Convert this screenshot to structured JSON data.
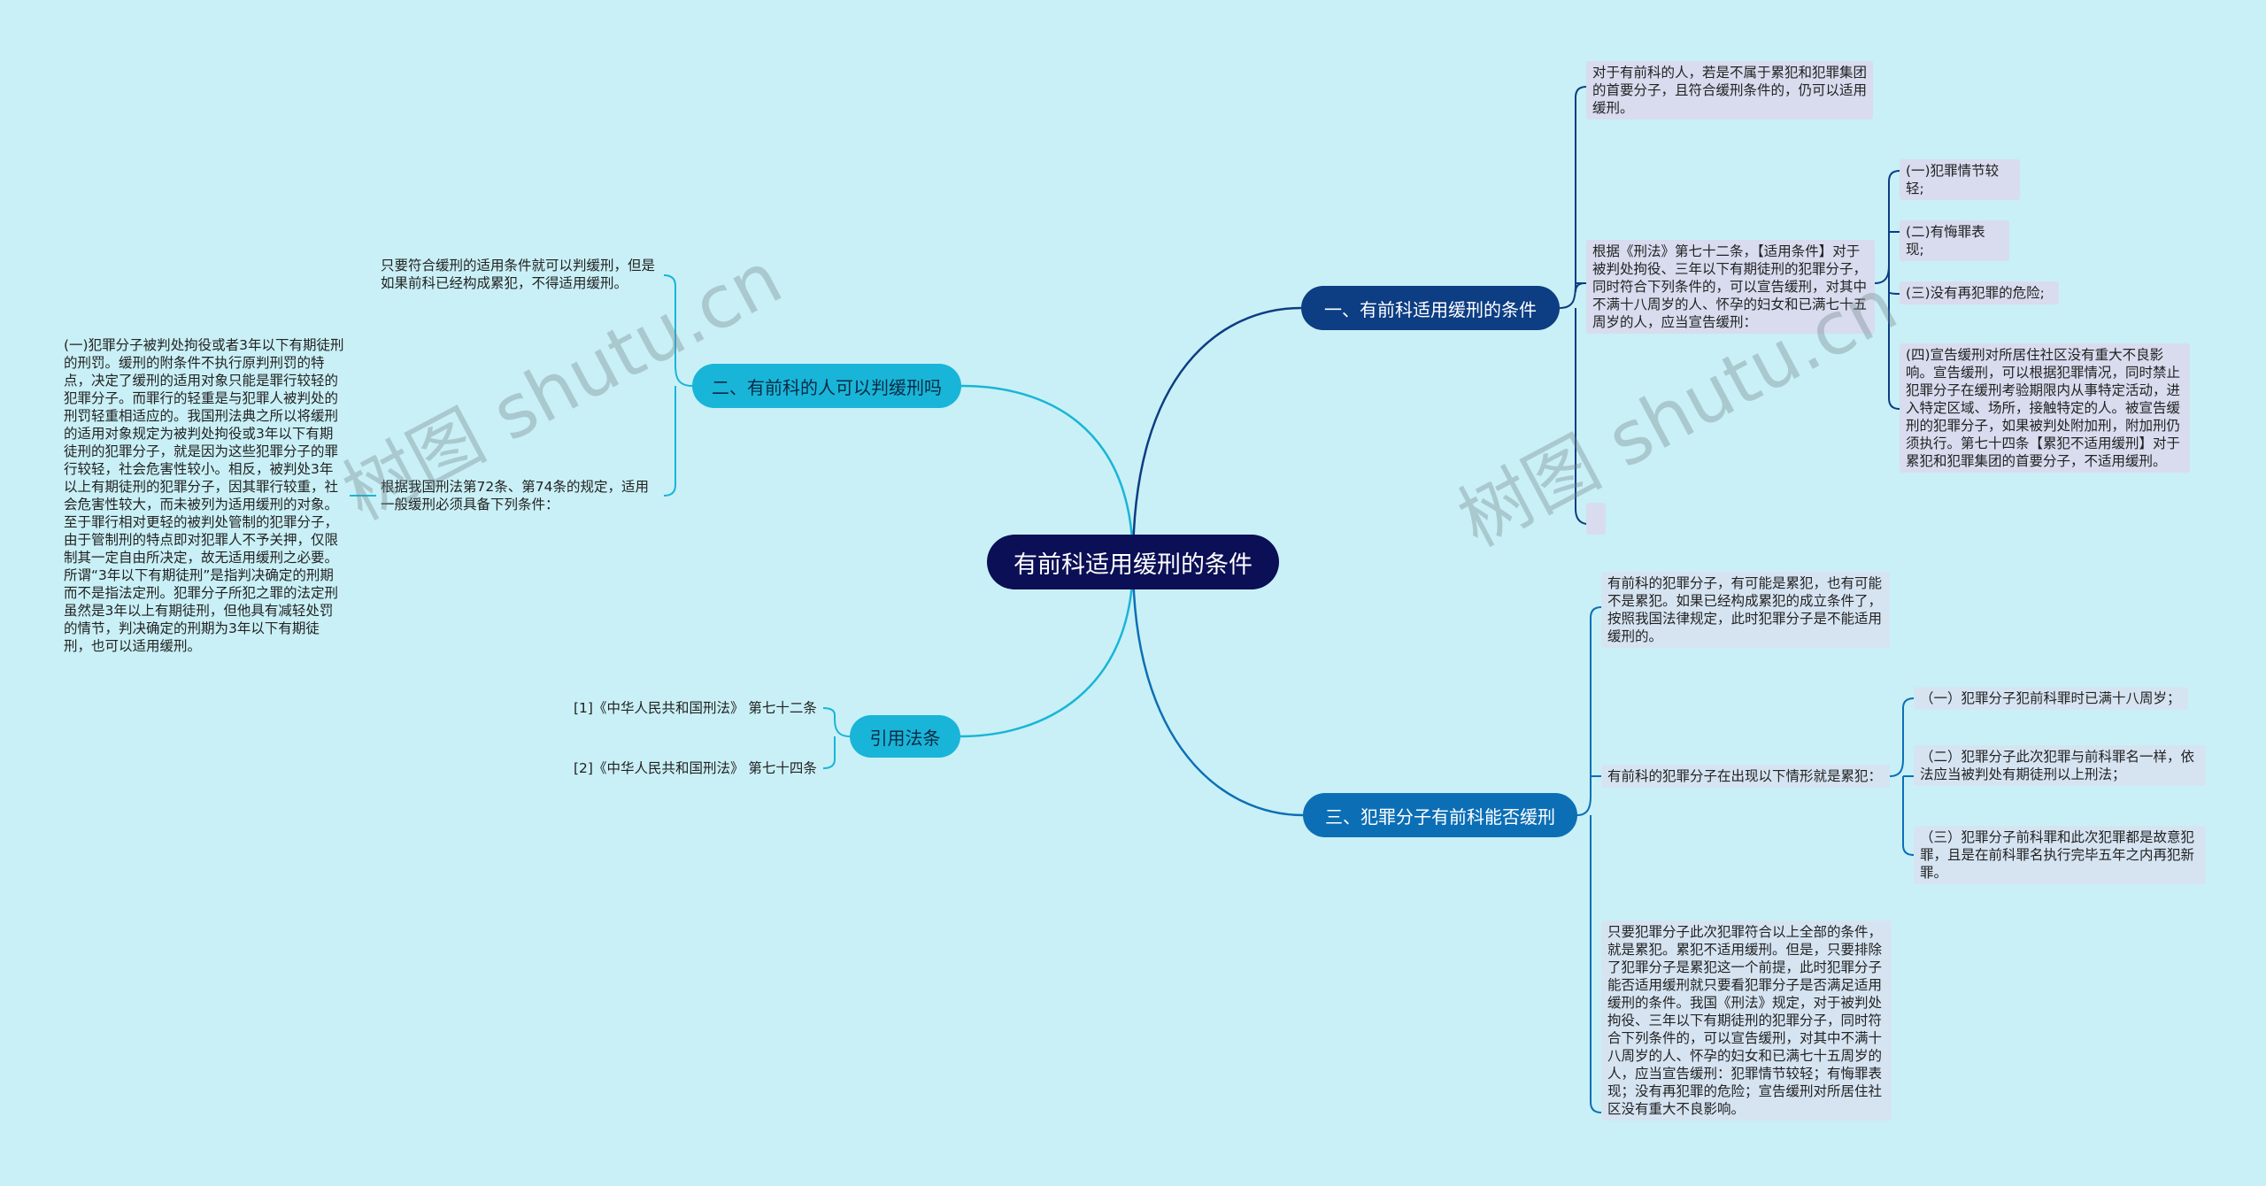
{
  "root": "有前科适用缓刑的条件",
  "b1": {
    "title": "一、有前科适用缓刑的条件",
    "n1": "对于有前科的人，若是不属于累犯和犯罪集团的首要分子，且符合缓刑条件的，仍可以适用缓刑。",
    "n2": "根据《刑法》第七十二条，【适用条件】对于被判处拘役、三年以下有期徒刑的犯罪分子，同时符合下列条件的，可以宣告缓刑，对其中不满十八周岁的人、怀孕的妇女和已满七十五周岁的人，应当宣告缓刑：",
    "c1": "(一)犯罪情节较轻;",
    "c2": "(二)有悔罪表现;",
    "c3": "(三)没有再犯罪的危险;",
    "c4": "(四)宣告缓刑对所居住社区没有重大不良影响。宣告缓刑，可以根据犯罪情况，同时禁止犯罪分子在缓刑考验期限内从事特定活动，进入特定区域、场所，接触特定的人。被宣告缓刑的犯罪分子，如果被判处附加刑，附加刑仍须执行。第七十四条【累犯不适用缓刑】对于累犯和犯罪集团的首要分子，不适用缓刑。"
  },
  "b2": {
    "title": "二、有前科的人可以判缓刑吗",
    "n1": "只要符合缓刑的适用条件就可以判缓刑，但是如果前科已经构成累犯，不得适用缓刑。",
    "n2": "根据我国刑法第72条、第74条的规定，适用一般缓刑必须具备下列条件：",
    "n3": "(一)犯罪分子被判处拘役或者3年以下有期徒刑的刑罚。缓刑的附条件不执行原判刑罚的特点，决定了缓刑的适用对象只能是罪行较轻的犯罪分子。而罪行的轻重是与犯罪人被判处的刑罚轻重相适应的。我国刑法典之所以将缓刑的适用对象规定为被判处拘役或3年以下有期徒刑的犯罪分子，就是因为这些犯罪分子的罪行较轻，社会危害性较小。相反，被判处3年以上有期徒刑的犯罪分子，因其罪行较重，社会危害性较大，而未被列为适用缓刑的对象。至于罪行相对更轻的被判处管制的犯罪分子，由于管制刑的特点即对犯罪人不予关押，仅限制其一定自由所决定，故无适用缓刑之必要。所谓“3年以下有期徒刑”是指判决确定的刑期而不是指法定刑。犯罪分子所犯之罪的法定刑虽然是3年以上有期徒刑，但他具有减轻处罚的情节，判决确定的刑期为3年以下有期徒刑，也可以适用缓刑。"
  },
  "b3": {
    "title": "三、犯罪分子有前科能否缓刑",
    "n1": "有前科的犯罪分子，有可能是累犯，也有可能不是累犯。如果已经构成累犯的成立条件了，按照我国法律规定，此时犯罪分子是不能适用缓刑的。",
    "n2": "有前科的犯罪分子在出现以下情形就是累犯：",
    "c1": "（一）犯罪分子犯前科罪时已满十八周岁；",
    "c2": "（二）犯罪分子此次犯罪与前科罪名一样，依法应当被判处有期徒刑以上刑法；",
    "c3": "（三）犯罪分子前科罪和此次犯罪都是故意犯罪，且是在前科罪名执行完毕五年之内再犯新罪。",
    "n3": "只要犯罪分子此次犯罪符合以上全部的条件，就是累犯。累犯不适用缓刑。但是，只要排除了犯罪分子是累犯这一个前提，此时犯罪分子能否适用缓刑就只要看犯罪分子是否满足适用缓刑的条件。我国《刑法》规定，对于被判处拘役、三年以下有期徒刑的犯罪分子，同时符合下列条件的，可以宣告缓刑，对其中不满十八周岁的人、怀孕的妇女和已满七十五周岁的人，应当宣告缓刑：犯罪情节较轻；有悔罪表现；没有再犯罪的危险；宣告缓刑对所居住社区没有重大不良影响。"
  },
  "ref": {
    "title": "引用法条",
    "r1": "[1]《中华人民共和国刑法》 第七十二条",
    "r2": "[2]《中华人民共和国刑法》 第七十四条"
  },
  "watermark": "树图 shutu.cn",
  "colors": {
    "background": "#c9f0f6",
    "root": "#0b0f55",
    "branch1": "#0d3d83",
    "branch3": "#0c6fb6",
    "branch2": "#19b5d8",
    "line": "#0d3d83",
    "line_light": "#19b5d8"
  }
}
